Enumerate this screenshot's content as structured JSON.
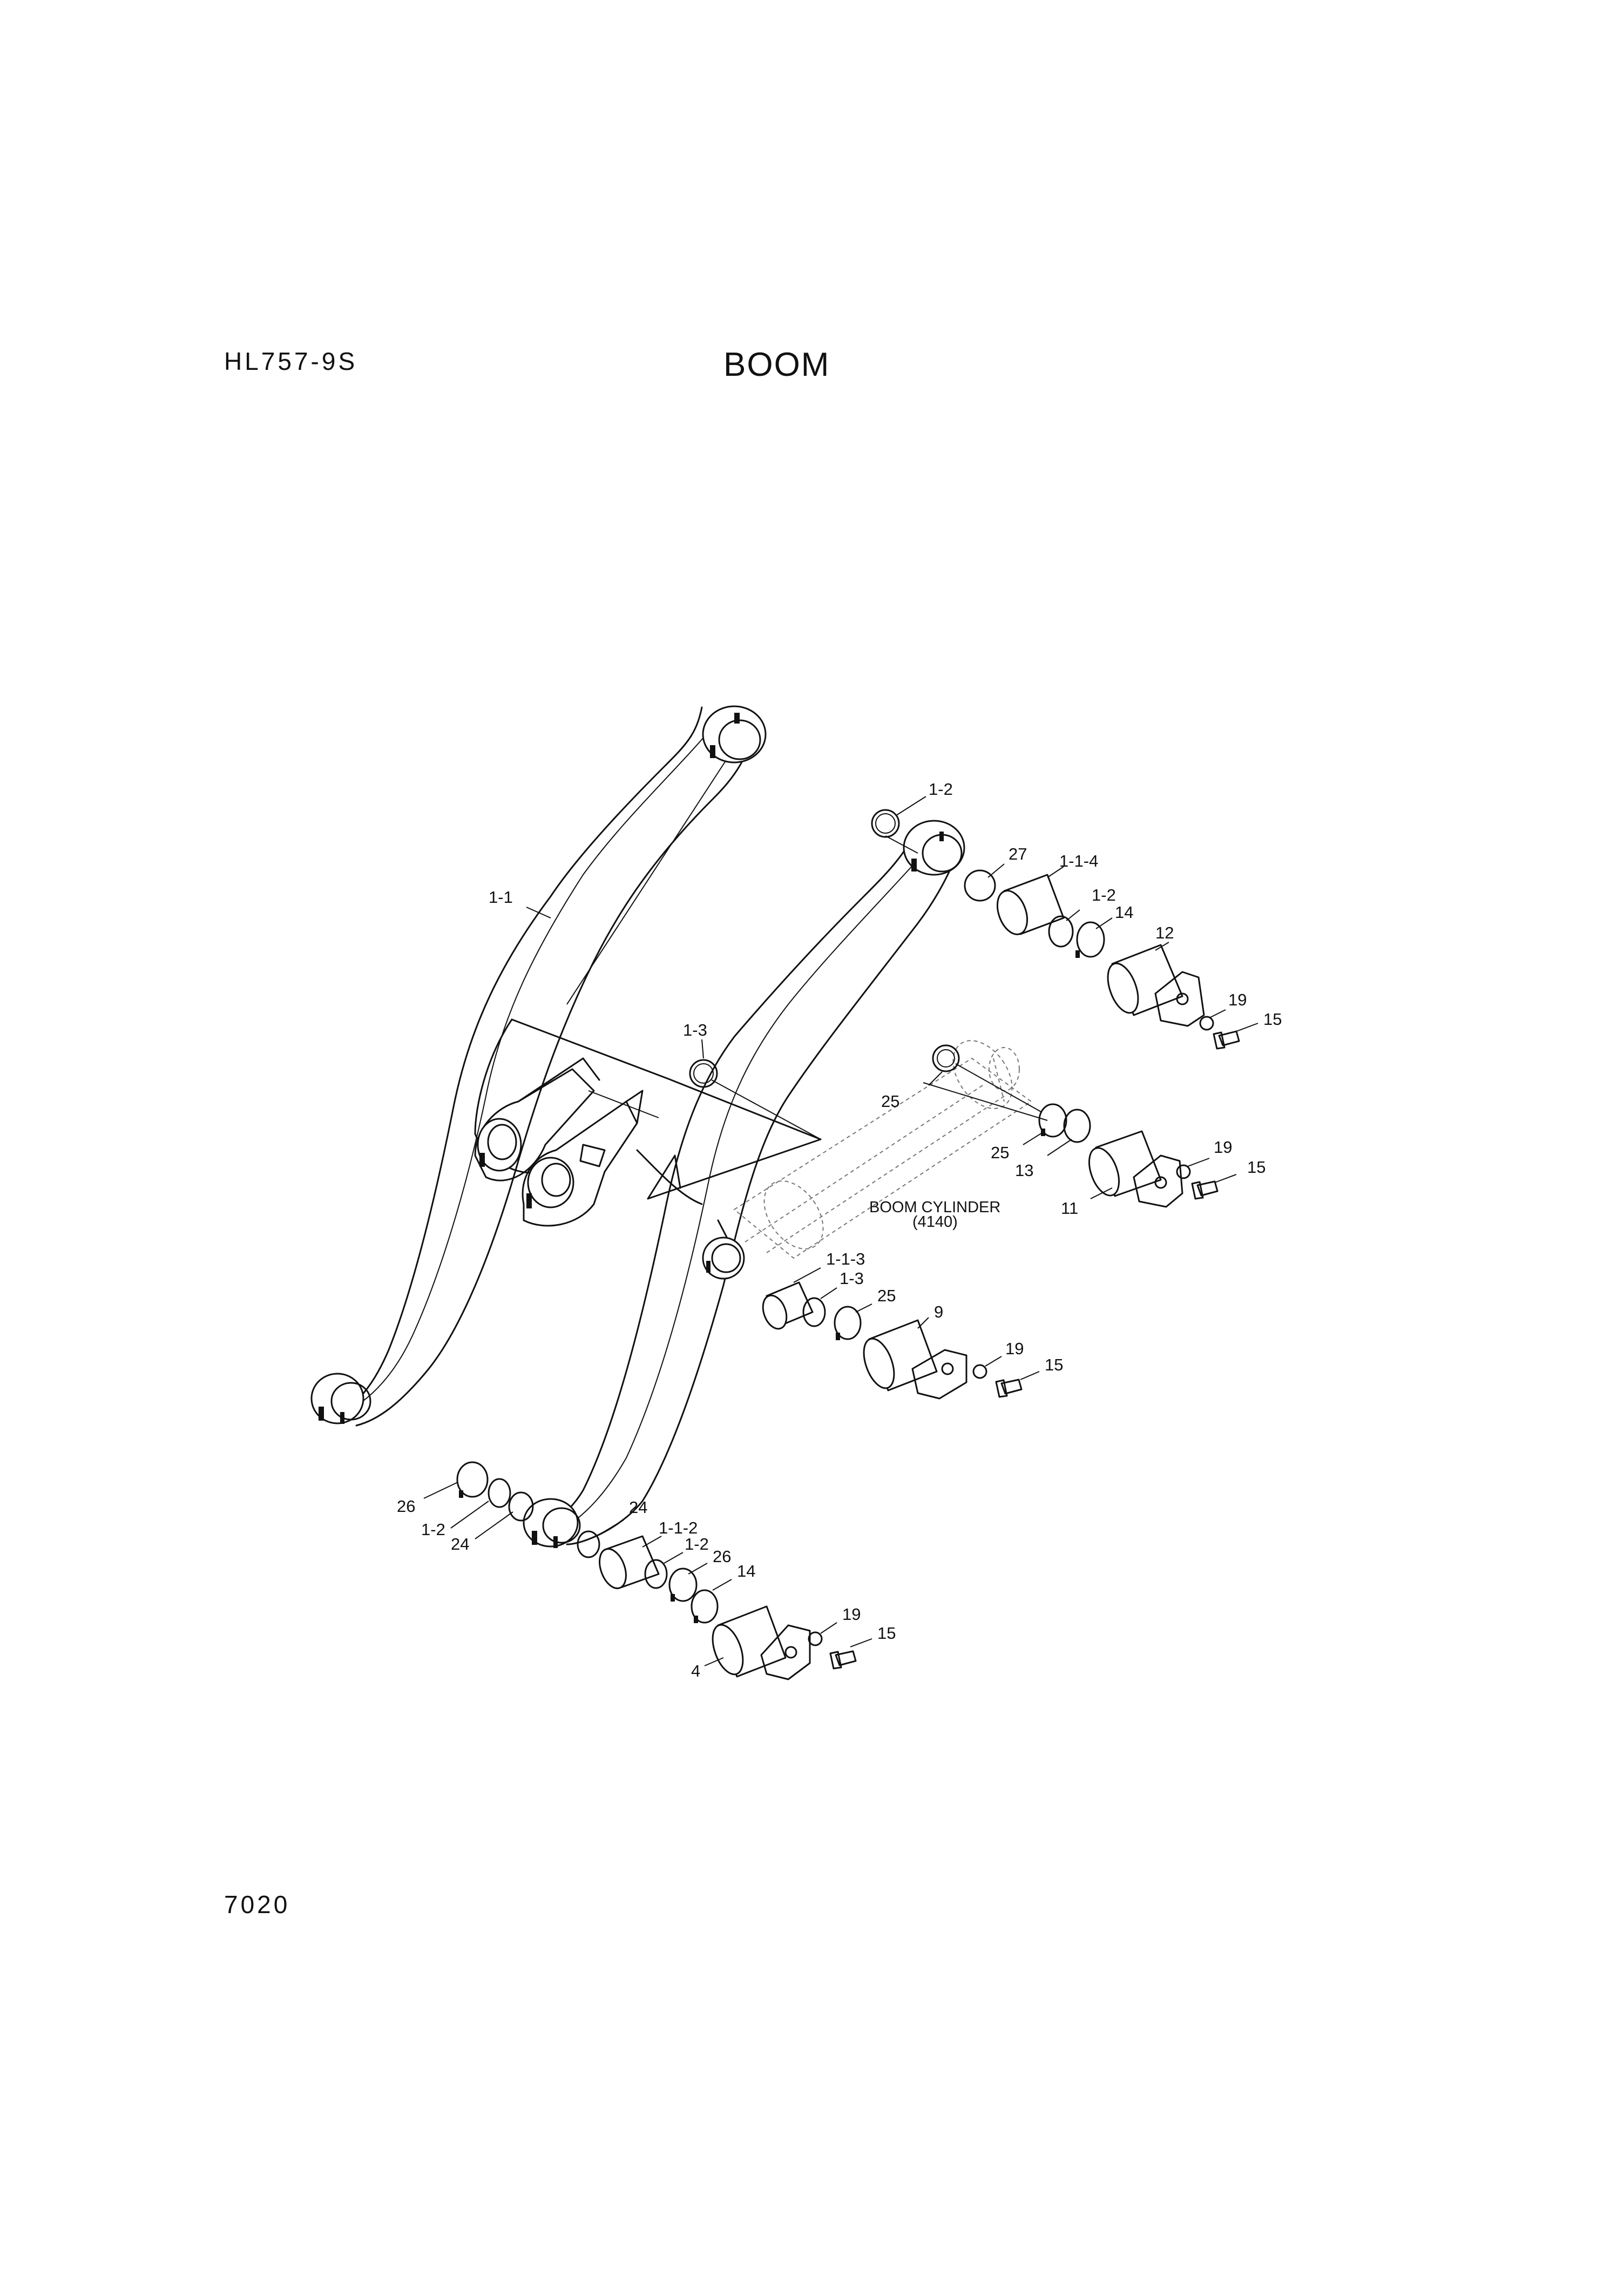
{
  "header": {
    "model": "HL757-9S",
    "title": "BOOM"
  },
  "footer": {
    "page_number": "7020"
  },
  "diagram": {
    "cylinder_label_line1": "BOOM CYLINDER",
    "cylinder_label_line2": "(4140)",
    "callouts": [
      "1-1",
      "1-2",
      "27",
      "1-1-4",
      "1-2",
      "14",
      "12",
      "19",
      "15",
      "1-3",
      "25",
      "25",
      "13",
      "19",
      "15",
      "11",
      "1-1-3",
      "1-3",
      "25",
      "9",
      "19",
      "15",
      "26",
      "1-2",
      "24",
      "24",
      "1-1-2",
      "1-2",
      "26",
      "14",
      "19",
      "15",
      "4"
    ]
  }
}
